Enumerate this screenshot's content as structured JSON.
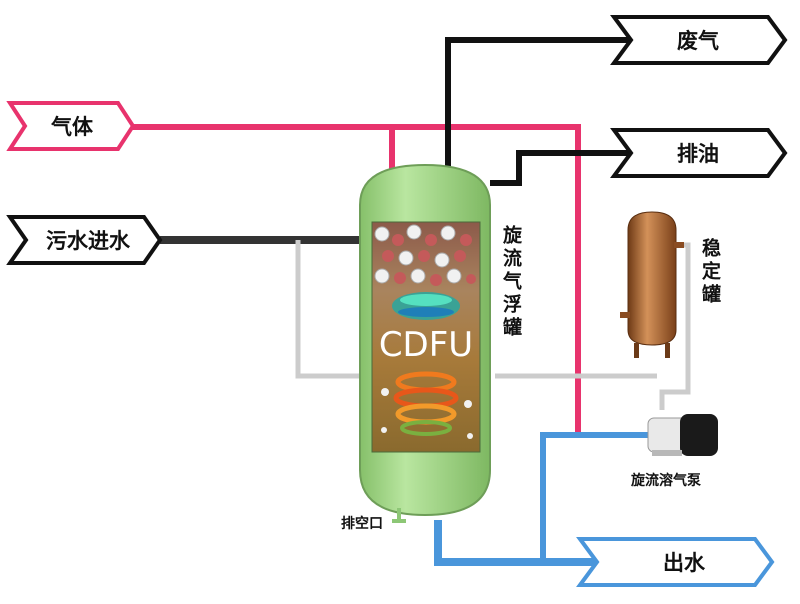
{
  "labels": {
    "gas_in": "气体",
    "sewage_in": "污水进水",
    "exhaust": "废气",
    "oil_out": "排油",
    "water_out": "出水",
    "tank": "旋流气浮罐",
    "stabilizer": "稳定罐",
    "pump": "旋流溶气泵",
    "drain": "排空口",
    "unit": "CDFU"
  },
  "colors": {
    "gas_line": "#e8336d",
    "sewage_line": "#333333",
    "exhaust_line": "#111111",
    "recycle_line": "#cccccc",
    "water_line": "#4a96db",
    "tank_body": "#a6d98c",
    "stabilizer_body": "#b06a35"
  }
}
